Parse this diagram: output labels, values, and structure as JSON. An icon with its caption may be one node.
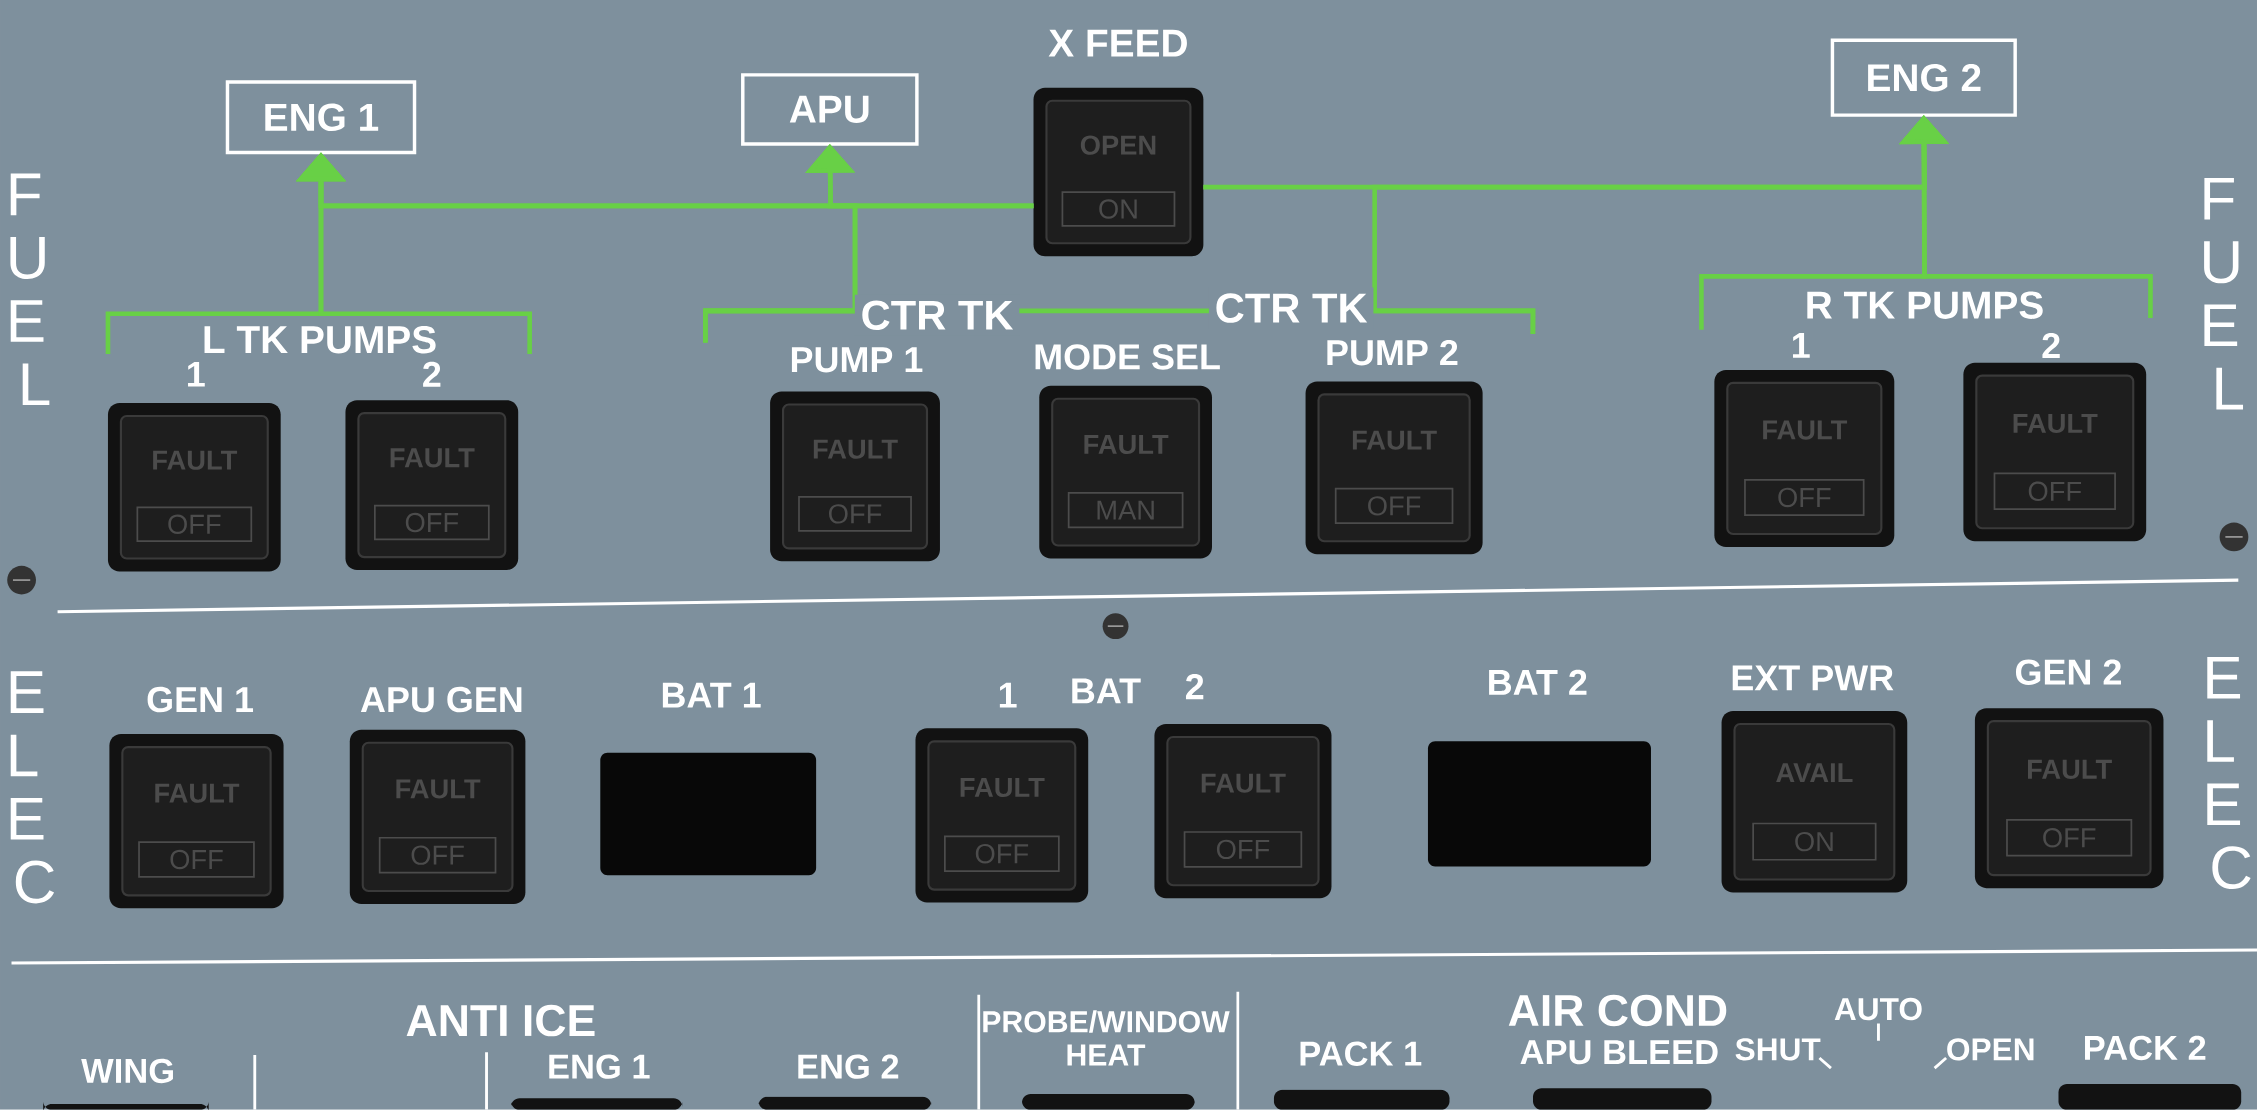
{
  "diagram": {
    "nodes": [
      {
        "text": [
          "ENG 1"
        ]
      },
      {
        "text": [
          "APU"
        ]
      },
      {
        "text": [
          "X FEED",
          "OPEN",
          "ON"
        ]
      },
      {
        "text": [
          "ENG 2"
        ]
      },
      {
        "text": [
          "1",
          "FAULT",
          "OFF"
        ]
      },
      {
        "text": [
          "2",
          "FAULT",
          "OFF"
        ]
      },
      {
        "text": [
          "PUMP 1",
          "FAULT",
          "OFF"
        ]
      },
      {
        "text": [
          "MODE SEL",
          "FAULT",
          "MAN"
        ]
      },
      {
        "text": [
          "PUMP 2",
          "FAULT",
          "OFF"
        ]
      },
      {
        "text": [
          "1",
          "FAULT",
          "OFF"
        ]
      },
      {
        "text": [
          "2",
          "FAULT",
          "OFF"
        ]
      },
      {
        "text": [
          "GEN 1",
          "FAULT",
          "OFF"
        ]
      },
      {
        "text": [
          "APU GEN",
          "FAULT",
          "OFF"
        ]
      },
      {
        "text": [
          "BAT 1"
        ]
      },
      {
        "text": [
          "1",
          "FAULT",
          "OFF"
        ]
      },
      {
        "text": [
          "2",
          "FAULT",
          "OFF"
        ]
      },
      {
        "text": [
          "BAT 2"
        ]
      },
      {
        "text": [
          "EXT PWR",
          "AVAIL",
          "ON"
        ]
      },
      {
        "text": [
          "GEN 2",
          "FAULT",
          "OFF"
        ]
      },
      {
        "text": [
          "WING"
        ]
      },
      {
        "text": [
          "ENG 1"
        ]
      },
      {
        "text": [
          "ENG 2"
        ]
      },
      {
        "text": [
          "PROBE/WINDOW HEAT"
        ]
      },
      {
        "text": [
          "PACK 1"
        ]
      },
      {
        "text": [
          "APU BLEED"
        ]
      },
      {
        "text": [
          "PACK 2"
        ]
      }
    ],
    "edges": [
      {
        "from": 4,
        "to": 0,
        "arrow": "to"
      },
      {
        "from": 5,
        "to": 0,
        "arrow": "to"
      },
      {
        "from": 6,
        "to": 1,
        "arrow": "to"
      },
      {
        "from": 6,
        "to": 0,
        "arrow": "to"
      },
      {
        "from": 8,
        "to": 3,
        "arrow": "to"
      },
      {
        "from": 9,
        "to": 3,
        "arrow": "to"
      },
      {
        "from": 10,
        "to": 3,
        "arrow": "to"
      },
      {
        "from": 2,
        "to": 0,
        "arrow": "to"
      },
      {
        "from": 2,
        "to": 1,
        "arrow": "to"
      },
      {
        "from": 2,
        "to": 3,
        "arrow": "to"
      },
      {
        "from": 6,
        "to": 8,
        "arrow": "none"
      }
    ],
    "labels": [
      "FUEL",
      "FUEL",
      "L TK PUMPS",
      "CTR TK",
      "CTR TK",
      "R TK PUMPS",
      "ELEC",
      "BAT",
      "ELEC",
      "ANTI ICE",
      "AIR COND",
      "AUTO",
      "SHUT",
      "OPEN"
    ]
  }
}
